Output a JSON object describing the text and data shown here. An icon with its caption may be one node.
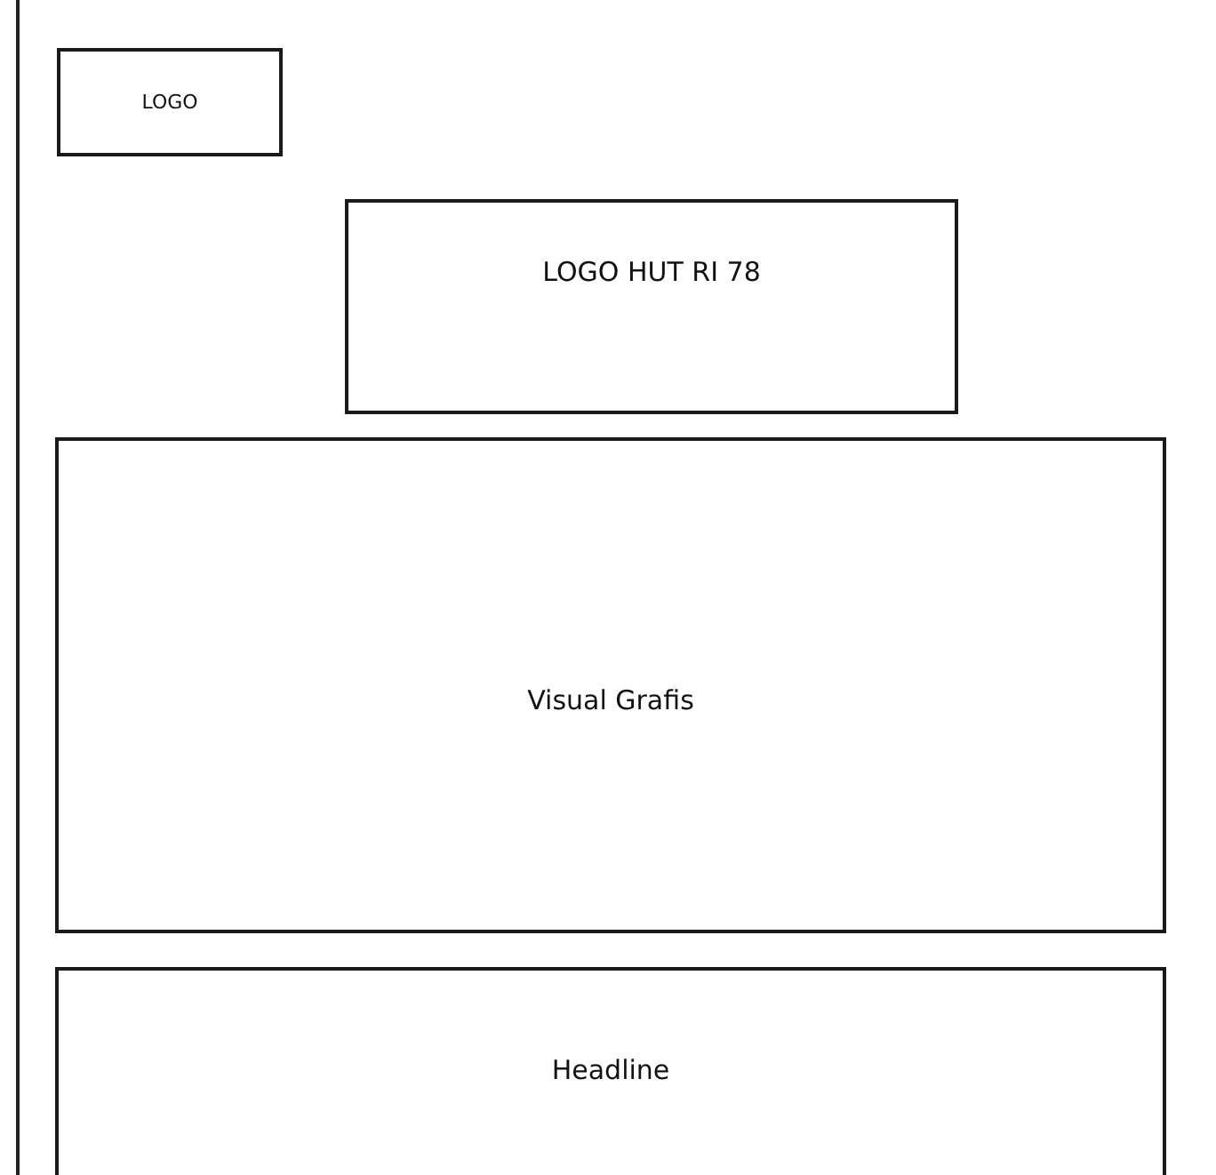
{
  "diagram": {
    "nodes": [
      {
        "text": [
          "LOGO"
        ]
      },
      {
        "text": [
          "LOGO HUT RI 78"
        ]
      },
      {
        "text": [
          "Visual Grafis"
        ]
      },
      {
        "text": [
          "Headline"
        ]
      }
    ]
  }
}
